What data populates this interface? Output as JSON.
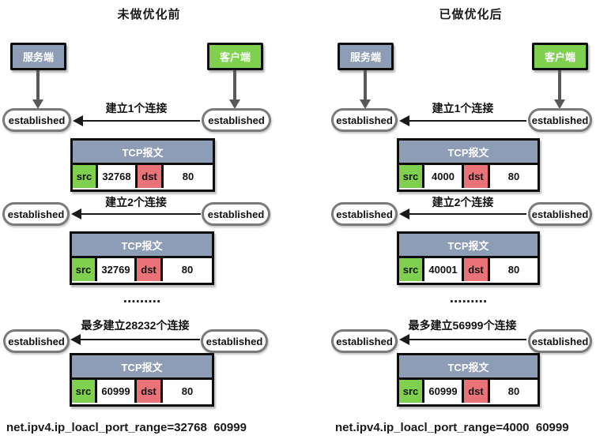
{
  "colors": {
    "server_fill": "#8C9DB5",
    "client_fill": "#7ED04E",
    "src_fill": "#7ED04E",
    "dst_fill": "#E97378",
    "pill_border": "#7A7A7A",
    "arrow_gray": "#595959",
    "line_black": "#1A1A1A"
  },
  "panels": [
    {
      "title": "未做优化前",
      "server_label": "服务端",
      "client_label": "客户端",
      "established_label": "established",
      "rows": [
        {
          "label": "建立1个连接"
        },
        {
          "label": "建立2个连接"
        },
        {
          "label": "最多建立28232个连接"
        }
      ],
      "tables": [
        {
          "header": "TCP报文",
          "src_key": "src",
          "src_port": "32768",
          "dst_key": "dst",
          "dst_port": "80"
        },
        {
          "header": "TCP报文",
          "src_key": "src",
          "src_port": "32769",
          "dst_key": "dst",
          "dst_port": "80"
        },
        {
          "header": "TCP报文",
          "src_key": "src",
          "src_port": "60999",
          "dst_key": "dst",
          "dst_port": "80"
        }
      ],
      "ellipsis": ".........",
      "sysctl": "net.ipv4.ip_loacl_port_range=32768  60999"
    },
    {
      "title": "已做优化后",
      "server_label": "服务端",
      "client_label": "客户端",
      "established_label": "established",
      "rows": [
        {
          "label": "建立1个连接"
        },
        {
          "label": "建立2个连接"
        },
        {
          "label": "最多建立56999个连接"
        }
      ],
      "tables": [
        {
          "header": "TCP报文",
          "src_key": "src",
          "src_port": "4000",
          "dst_key": "dst",
          "dst_port": "80"
        },
        {
          "header": "TCP报文",
          "src_key": "src",
          "src_port": "40001",
          "dst_key": "dst",
          "dst_port": "80"
        },
        {
          "header": "TCP报文",
          "src_key": "src",
          "src_port": "60999",
          "dst_key": "dst",
          "dst_port": "80"
        }
      ],
      "ellipsis": ".........",
      "sysctl": "net.ipv4.ip_loacl_port_range=4000  60999"
    }
  ]
}
